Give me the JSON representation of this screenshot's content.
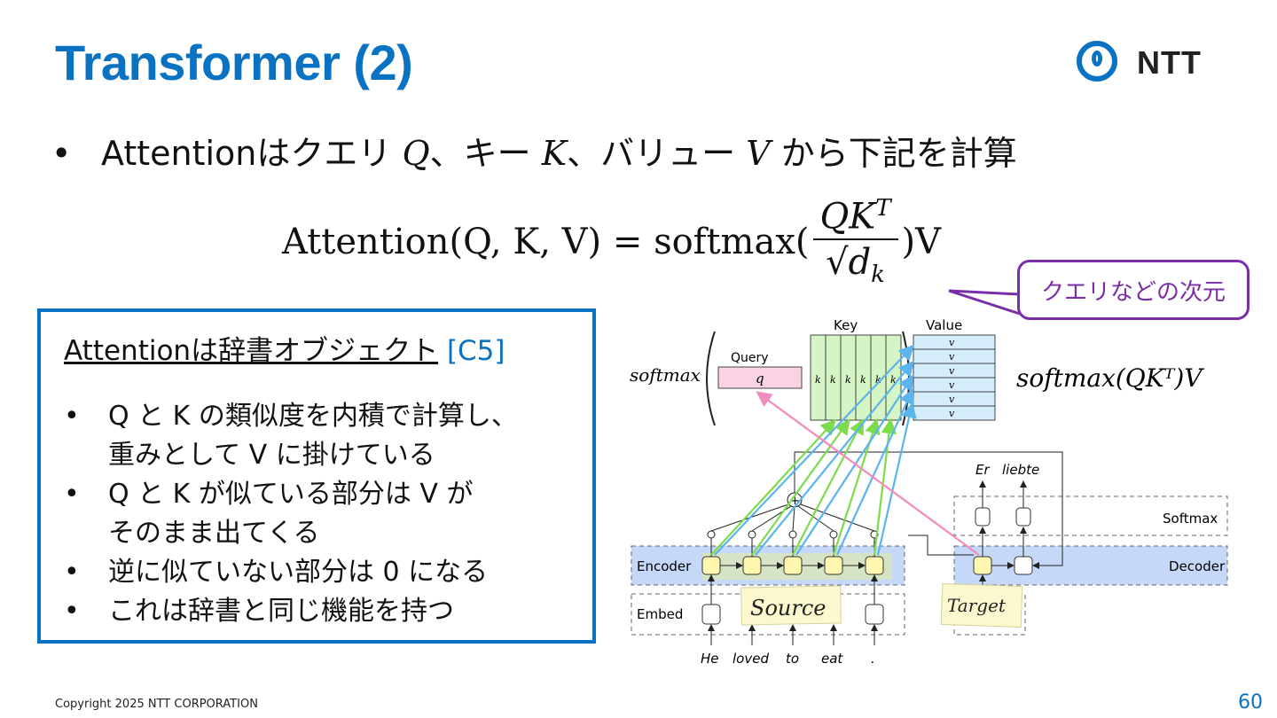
{
  "slide": {
    "title": "Transformer (2)",
    "logo_text": "NTT",
    "bullet_text1": "Attentionはクエリ ",
    "bullet_q": "Q",
    "bullet_text2": "、キー ",
    "bullet_k": "K",
    "bullet_text3": "、バリュー ",
    "bullet_v": "V",
    "bullet_text4": " から下記を計算",
    "formula": {
      "lhs": "Attention(Q, K, V) = softmax(",
      "numerator": "QK",
      "numerator_sup": "T",
      "denominator": "√d",
      "denominator_sub": "k",
      "rhs": ")V"
    },
    "callout": "クエリなどの次元",
    "box": {
      "title": "Attentionは辞書オブジェクト",
      "citation": "[C5]",
      "items": [
        {
          "l1": "Q と K の類似度を内積で計算し、",
          "l2": "重みとして V に掛けている"
        },
        {
          "l1": "Q と K が似ている部分は V が",
          "l2": "そのまま出てくる"
        },
        {
          "l1": "逆に似ていない部分は 0 になる",
          "l2": ""
        },
        {
          "l1": "これは辞書と同じ機能を持つ",
          "l2": ""
        }
      ]
    },
    "diagram": {
      "softmax_label": "softmax",
      "query_label": "Query",
      "query_cell": "q",
      "key_label": "Key",
      "key_cells": [
        "k",
        "k",
        "k",
        "k",
        "k",
        "k"
      ],
      "value_label": "Value",
      "value_cells": [
        "v",
        "v",
        "v",
        "v",
        "v",
        "v"
      ],
      "formula_right": "softmax(QKᵀ)V",
      "encoder_label": "Encoder",
      "embed_label": "Embed",
      "decoder_label": "Decoder",
      "softmax_layer_label": "Softmax",
      "source_note": "Source",
      "target_note": "Target",
      "output_words": [
        "Er",
        "liebte"
      ],
      "input_words": [
        "He",
        "loved",
        "to",
        "eat",
        "."
      ],
      "embed_partial": "r",
      "colors": {
        "encoder_bg": "#c5d8f7",
        "key_bg": "#d6f5c4",
        "value_bg": "#d5ecfb",
        "query_bg": "#f9d3e4",
        "green_arrow": "#7ddc4c",
        "blue_arrow": "#5cb4ec",
        "pink_arrow": "#f08bbd",
        "node_fill": "#fff7b0",
        "note_bg": "#fbf7cf"
      }
    },
    "copyright": "Copyright 2025 NTT CORPORATION",
    "page_number": "60"
  }
}
